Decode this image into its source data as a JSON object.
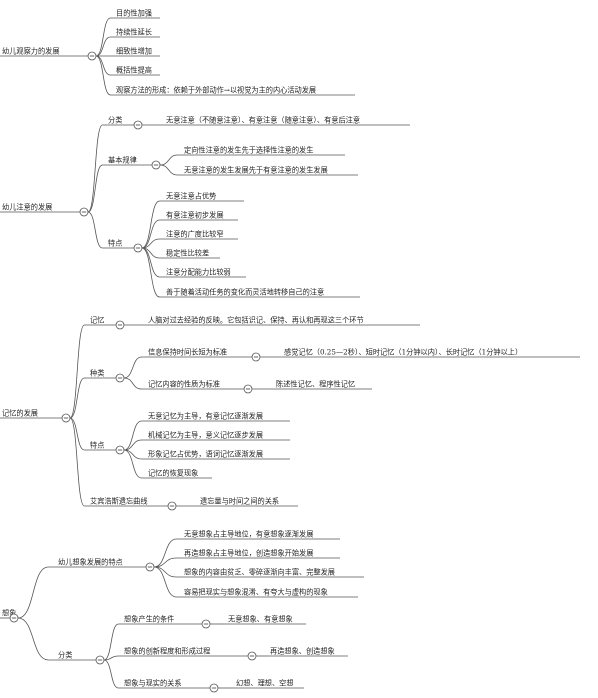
{
  "mindmap": {
    "collapse_symbol": "−",
    "nodes": {
      "n1": "幼儿观察力的发展",
      "n1_1": "目的性加强",
      "n1_2": "持续性延长",
      "n1_3": "细致性增加",
      "n1_4": "概括性提高",
      "n1_5": "观察方法的形成：依赖于外部动作→以视觉为主的内心活动发展",
      "n2": "幼儿注意的发展",
      "n2_1": "分类",
      "n2_1_1": "无意注意（不随意注意）、有意注意（随意注意）、有意后注意",
      "n2_2": "基本规律",
      "n2_2_1": "定向性注意的发生先于选择性注意的发生",
      "n2_2_2": "无意注意的发生发展先于有意注意的发生发展",
      "n2_3": "特点",
      "n2_3_1": "无意注意占优势",
      "n2_3_2": "有意注意初步发展",
      "n2_3_3": "注意的广度比较窄",
      "n2_3_4": "稳定性比较差",
      "n2_3_5": "注意分配能力比较弱",
      "n2_3_6": "善于随着活动任务的变化而灵活地转移自己的注意",
      "n3": "记忆的发展",
      "n3_1": "记忆",
      "n3_1_1": "人脑对过去经验的反映。它包括识记、保持、再认和再现这三个环节",
      "n3_2": "种类",
      "n3_2_1": "信息保持时间长短为标准",
      "n3_2_1_1": "感觉记忆（0.25—2秒）、短时记忆（1分钟以内）、长时记忆（1分钟以上）",
      "n3_2_2": "记忆内容的性质为标准",
      "n3_2_2_1": "陈述性记忆、程序性记忆",
      "n3_3": "特点",
      "n3_3_1": "无意记忆为主导，有意记忆逐渐发展",
      "n3_3_2": "机械记忆为主导，意义记忆逐步发展",
      "n3_3_3": "形象记忆占优势，语词记忆逐渐发展",
      "n3_3_4": "记忆的恢复现象",
      "n3_4": "艾宾浩斯遗忘曲线",
      "n3_4_1": "遗忘量与时间之间的关系",
      "n4": "想象",
      "n4_1": "幼儿想象发展的特点",
      "n4_1_1": "无意想象占主导地位，有意想象逐渐发展",
      "n4_1_2": "再造想象占主导地位，创造想象开始发展",
      "n4_1_3": "想象的内容由贫乏、零碎逐渐向丰富、完整发展",
      "n4_1_4": "容易把现实与想象混淆、有夸大与虚构的现象",
      "n4_2": "分类",
      "n4_2_1": "想象产生的条件",
      "n4_2_1_1": "无意想象、有意想象",
      "n4_2_2": "想象的创新程度和形成过程",
      "n4_2_2_1": "再造想象、创造想象",
      "n4_2_3": "想象与现实的关系",
      "n4_2_3_1": "幻想、理想、空想"
    }
  }
}
